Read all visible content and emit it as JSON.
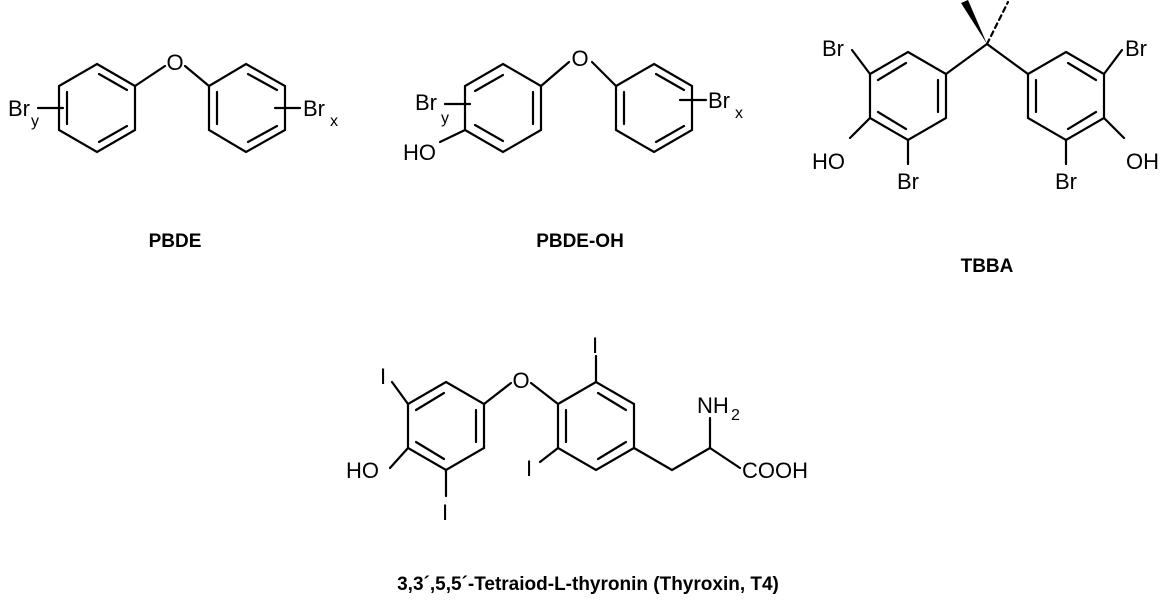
{
  "structures": [
    {
      "id": "pbde",
      "caption": "PBDE",
      "labels": {
        "o": "O",
        "br_left": "Br",
        "br_left_sub": "y",
        "br_right": "Br",
        "br_right_sub": "x"
      }
    },
    {
      "id": "pbde-oh",
      "caption": "PBDE-OH",
      "labels": {
        "o": "O",
        "br_left": "Br",
        "br_left_sub": "y",
        "ho": "HO",
        "br_right": "Br",
        "br_right_sub": "x"
      }
    },
    {
      "id": "tbba",
      "caption": "TBBA",
      "labels": {
        "br_tl": "Br",
        "br_tr": "Br",
        "ho": "HO",
        "oh": "OH",
        "br_bl": "Br",
        "br_br": "Br"
      }
    },
    {
      "id": "thyroxin",
      "caption": "3,3´,5,5´-Tetraiod-L-thyronin (Thyroxin, T4)",
      "labels": {
        "o": "O",
        "i1": "I",
        "i2": "I",
        "i3": "I",
        "i4": "I",
        "ho": "HO",
        "nh": "NH",
        "nh_sub": "2",
        "cooh": "COOH"
      }
    }
  ]
}
